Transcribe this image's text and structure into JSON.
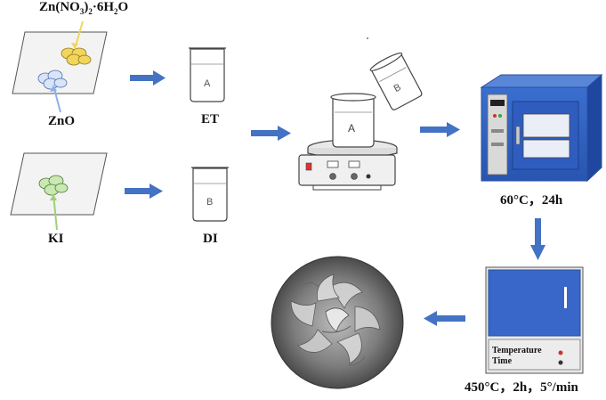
{
  "labels": {
    "zn_nitrate": {
      "base": "Zn(NO",
      "sub1": "3",
      "mid": ")",
      "sub2": "2",
      "tail": "·6H",
      "sub3": "2",
      "end": "O"
    },
    "zno": "ZnO",
    "ki": "KI",
    "et": "ET",
    "di": "DI",
    "beaker_a": "A",
    "beaker_b": "B",
    "drying_condition": "60°C，24h",
    "furnace_condition": "450°C，2h，5°/min",
    "furnace_panel_line1": "Temperature",
    "furnace_panel_line2": "Time"
  },
  "colors": {
    "arrow_blue": "#4472c4",
    "zn_nitrate_yellow": "#f2d55a",
    "zno_blue": "#8fb0e6",
    "ki_green": "#9fd07a",
    "oven_blue": "#2f63c7",
    "furnace_blue": "#3867c9"
  }
}
